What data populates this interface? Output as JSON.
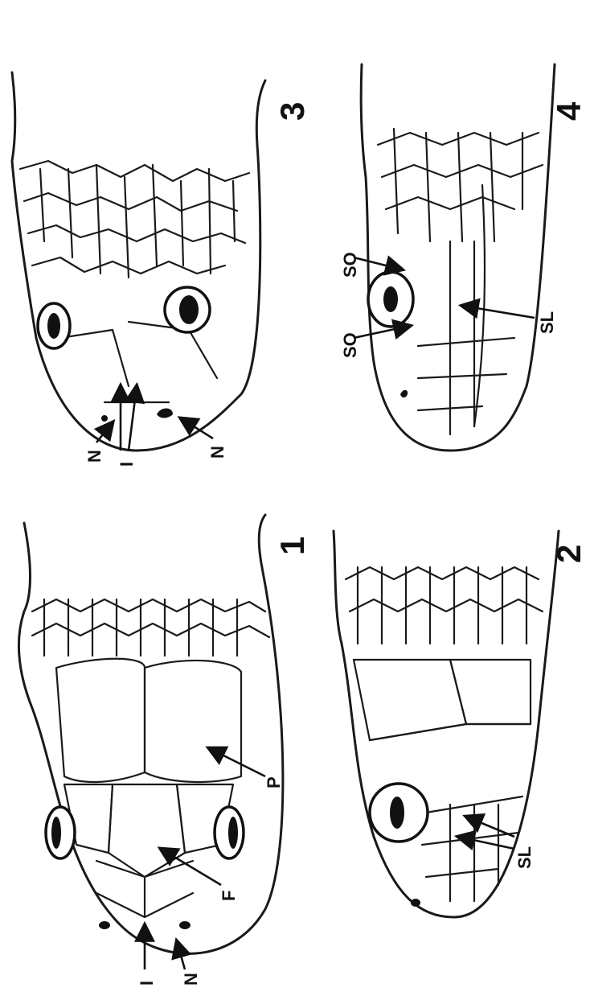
{
  "figures": [
    {
      "number": "1",
      "labels": [
        "I",
        "N",
        "F",
        "P"
      ]
    },
    {
      "number": "2",
      "labels": [
        "SL"
      ]
    },
    {
      "number": "3",
      "labels": [
        "N",
        "I",
        "N"
      ]
    },
    {
      "number": "4",
      "labels": [
        "SO",
        "SO",
        "SL"
      ]
    }
  ]
}
